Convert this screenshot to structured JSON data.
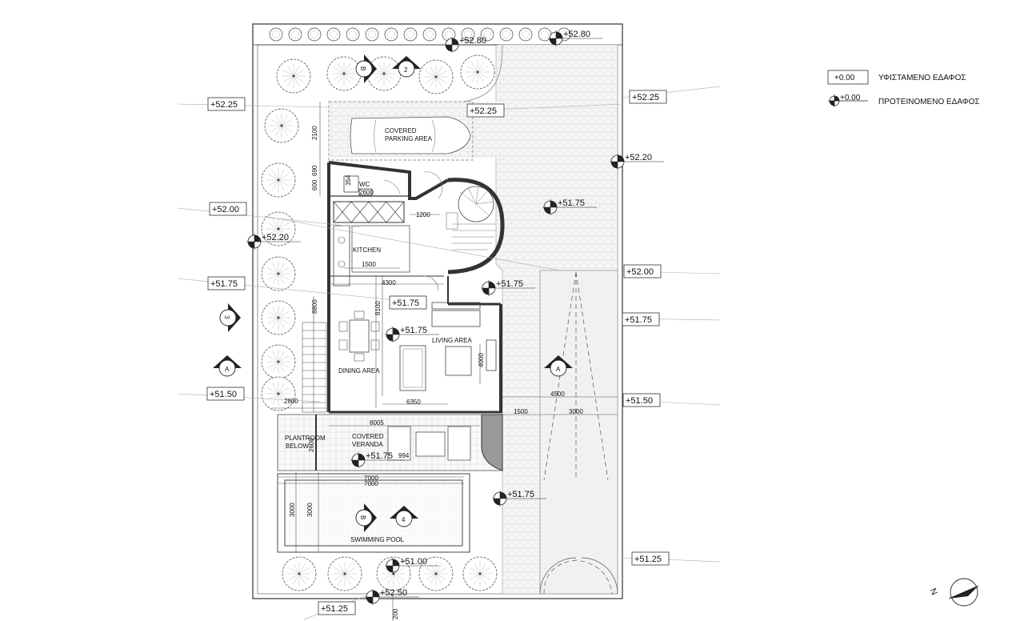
{
  "legend": {
    "existing_value": "+0.00",
    "existing_label": "ΥΦΙΣΤΑΜΕΝΟ ΕΔΑΦΟΣ",
    "proposed_value": "+0.00",
    "proposed_label": "ΠΡΟΤΕΙΝΟΜΕΝΟ ΕΔΑΦΟΣ"
  },
  "north": {
    "label": "N"
  },
  "rooms": {
    "parking": [
      "COVERED",
      "PARKING AREA"
    ],
    "wc": "WC",
    "kitchen": "KITCHEN",
    "living": "LIVING AREA",
    "dining": "DINING AREA",
    "plantroom": [
      "PLANTROOM",
      "BELOW"
    ],
    "veranda": [
      "COVERED",
      "VERANDA"
    ],
    "pool": "SWIMMING POOL"
  },
  "dimensions": {
    "d2100": "2100",
    "d690": "690",
    "d600": "600",
    "d354": "354",
    "d2600": "2600",
    "d1200": "1200",
    "d1500": "1500",
    "d4300": "4300",
    "d8100": "8100",
    "d8800": "8800",
    "d4000": "4000",
    "d6350": "6350",
    "d2800": "2800",
    "d4500": "4500",
    "d1500b": "1500",
    "d3000": "3000",
    "d8005": "8005",
    "d2600b": "2600",
    "d994": "994",
    "d7000a": "7000",
    "d7000b": "7000",
    "d3000a": "3000",
    "d3000b": "3000",
    "d200": "200"
  },
  "existing_levels": {
    "l1": "+52.25",
    "l2": "+52.25",
    "l3": "+52.25",
    "l4": "+52.00",
    "l5": "+52.00",
    "l6": "+51.75",
    "l7": "+51.75",
    "l8": "+51.75",
    "l9": "+51.50",
    "l10": "+51.50",
    "l11": "+51.25",
    "l12": "+51.25"
  },
  "proposed_levels": {
    "p1": "+52.80",
    "p2": "+52.80",
    "p3": "+52.20",
    "p4": "+51.75",
    "p5": "+52.20",
    "p6": "+51.75",
    "p7": "+51.75",
    "p8": "+51.75",
    "p9": "+51.75",
    "p10": "+51.00",
    "p11": "+52.50"
  },
  "section_marks": {
    "s1": "B",
    "s2": "2",
    "s3": "3",
    "s4": "A",
    "s5": "A",
    "s6": "B",
    "s7": "4"
  }
}
